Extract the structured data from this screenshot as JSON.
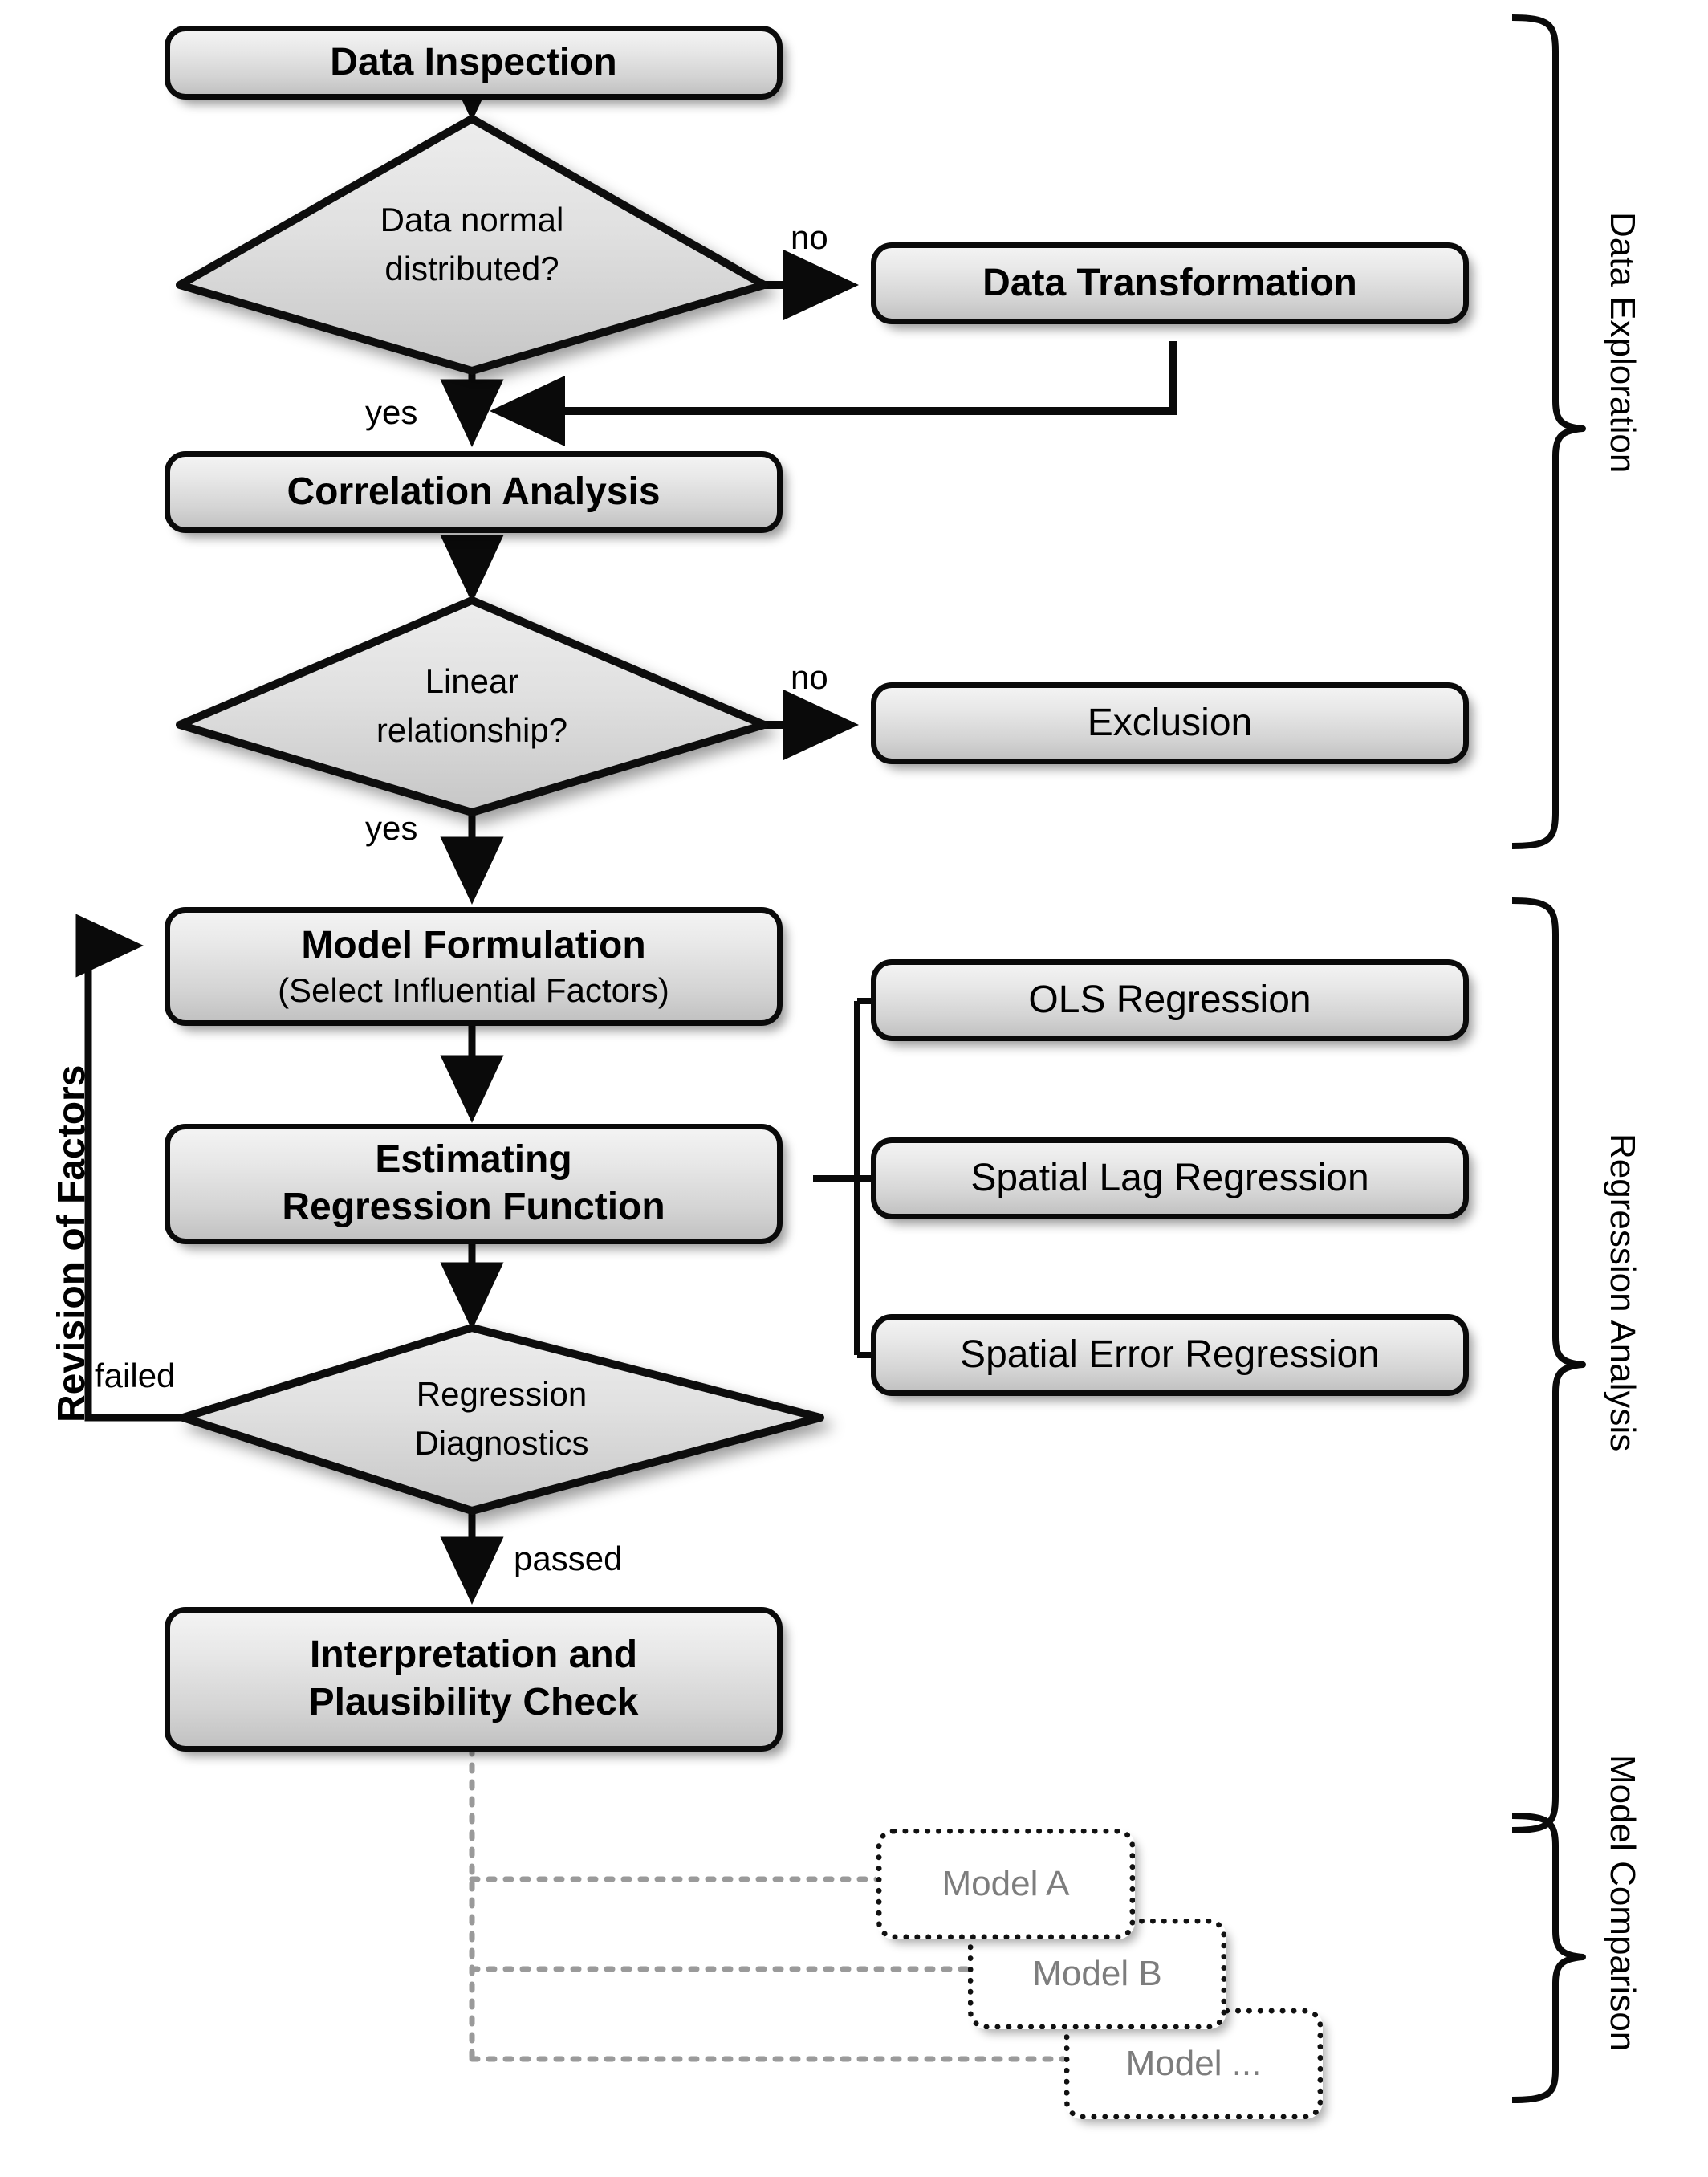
{
  "diagram": {
    "title": "Spatial Regression Analysis Workflow",
    "colors": {
      "box_fill_top": "#f3f3f3",
      "box_fill_bottom": "#c2c2c2",
      "diamond_fill_top": "#eaeaea",
      "diamond_fill_bottom": "#c8c8c8",
      "stroke": "#0a0a0a",
      "model_text": "#7d7d7d",
      "model_connector": "#8c8c8c",
      "background": "#ffffff"
    }
  },
  "nodes": {
    "data_inspection": "Data Inspection",
    "data_normal_distributed": "Data normal\ndistributed?",
    "data_transformation": "Data Transformation",
    "correlation_analysis": "Correlation Analysis",
    "linear_relationship": "Linear\nrelationship?",
    "exclusion": "Exclusion",
    "model_formulation_line1": "Model Formulation",
    "model_formulation_line2": "(Select Influential Factors)",
    "estimating_line1": "Estimating",
    "estimating_line2": "Regression Function",
    "ols_regression": "OLS Regression",
    "spatial_lag_regression": "Spatial Lag Regression",
    "spatial_error_regression": "Spatial Error Regression",
    "regression_diagnostics": "Regression\nDiagnostics",
    "interpretation_line1": "Interpretation and",
    "interpretation_line2": "Plausibility Check",
    "model_a": "Model A",
    "model_b": "Model B",
    "model_etc": "Model ..."
  },
  "edge_labels": {
    "no_normal": "no",
    "yes_normal": "yes",
    "no_linear": "no",
    "yes_linear": "yes",
    "failed": "failed",
    "passed": "passed",
    "revision_of_factors": "Revision of Factors"
  },
  "groups": {
    "data_exploration": "Data Exploration",
    "regression_analysis": "Regression Analysis",
    "model_comparison": "Model Comparison"
  }
}
